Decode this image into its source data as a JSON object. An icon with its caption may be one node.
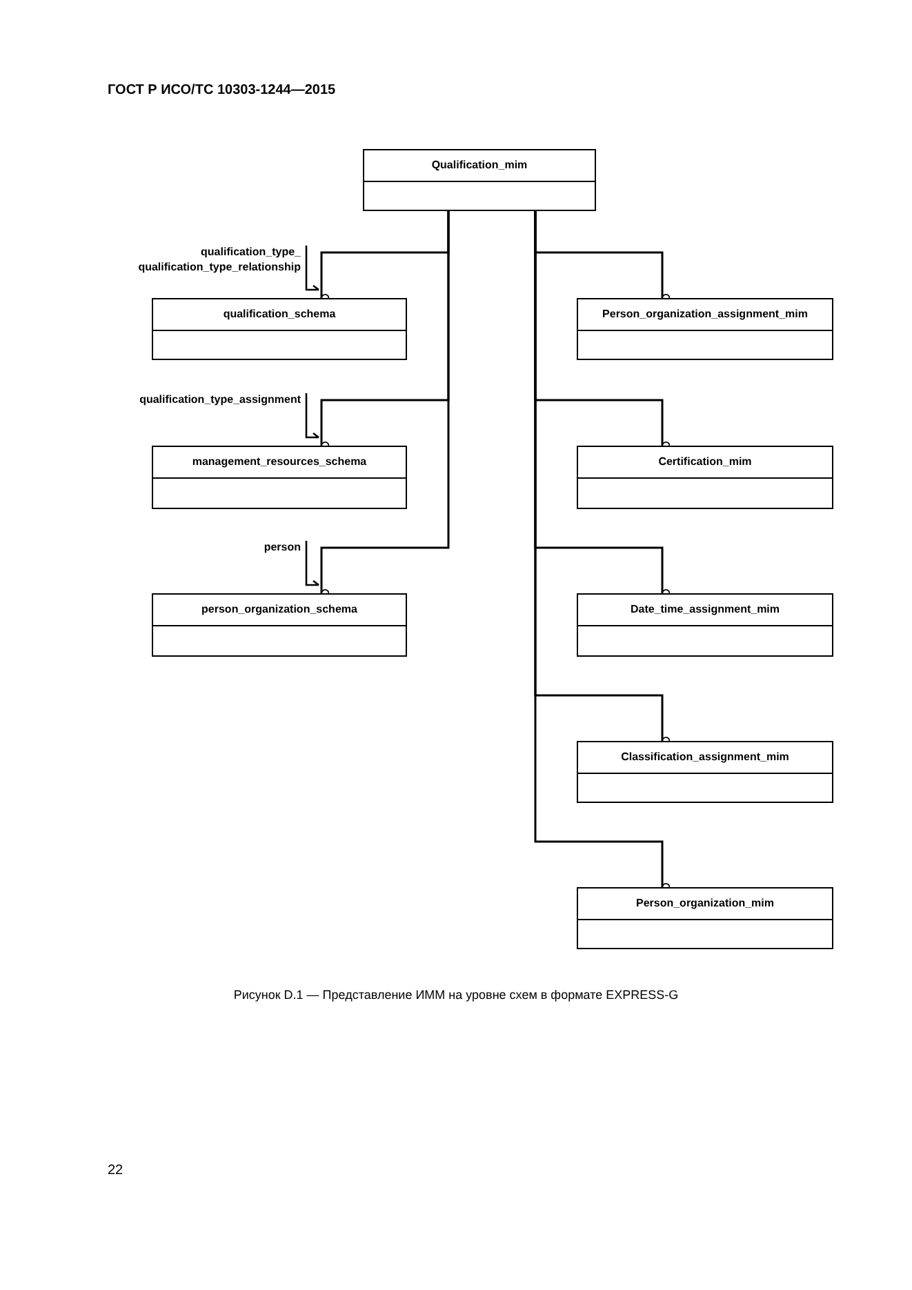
{
  "diagram": {
    "title": "ГОСТ Р ИСО/ТС 10303-1244—2015",
    "caption": "Рисунок D.1 — Представление ИММ на уровне схем в формате EXPRESS-G",
    "nodes": [
      {
        "text": [
          "Qualification_mim"
        ]
      },
      {
        "text": [
          "qualification_schema"
        ]
      },
      {
        "text": [
          "Person_organization_assignment_mim"
        ]
      },
      {
        "text": [
          "management_resources_schema"
        ]
      },
      {
        "text": [
          "Certification_mim"
        ]
      },
      {
        "text": [
          "person_organization_schema"
        ]
      },
      {
        "text": [
          "Date_time_assignment_mim"
        ]
      },
      {
        "text": [
          "Classification_assignment_mim"
        ]
      },
      {
        "text": [
          "Person_organization_mim"
        ]
      }
    ],
    "edges": [
      {
        "from": 0,
        "to": 1,
        "arrow": "other",
        "label": "qualification_type_ qualification_type_relationship"
      },
      {
        "from": 0,
        "to": 3,
        "arrow": "other",
        "label": "qualification_type_assignment"
      },
      {
        "from": 0,
        "to": 5,
        "arrow": "other",
        "label": "person"
      },
      {
        "from": 0,
        "to": 2,
        "arrow": "other"
      },
      {
        "from": 0,
        "to": 4,
        "arrow": "other"
      },
      {
        "from": 0,
        "to": 6,
        "arrow": "other"
      },
      {
        "from": 0,
        "to": 7,
        "arrow": "other"
      },
      {
        "from": 0,
        "to": 8,
        "arrow": "other"
      }
    ],
    "labels": [
      "22"
    ]
  }
}
